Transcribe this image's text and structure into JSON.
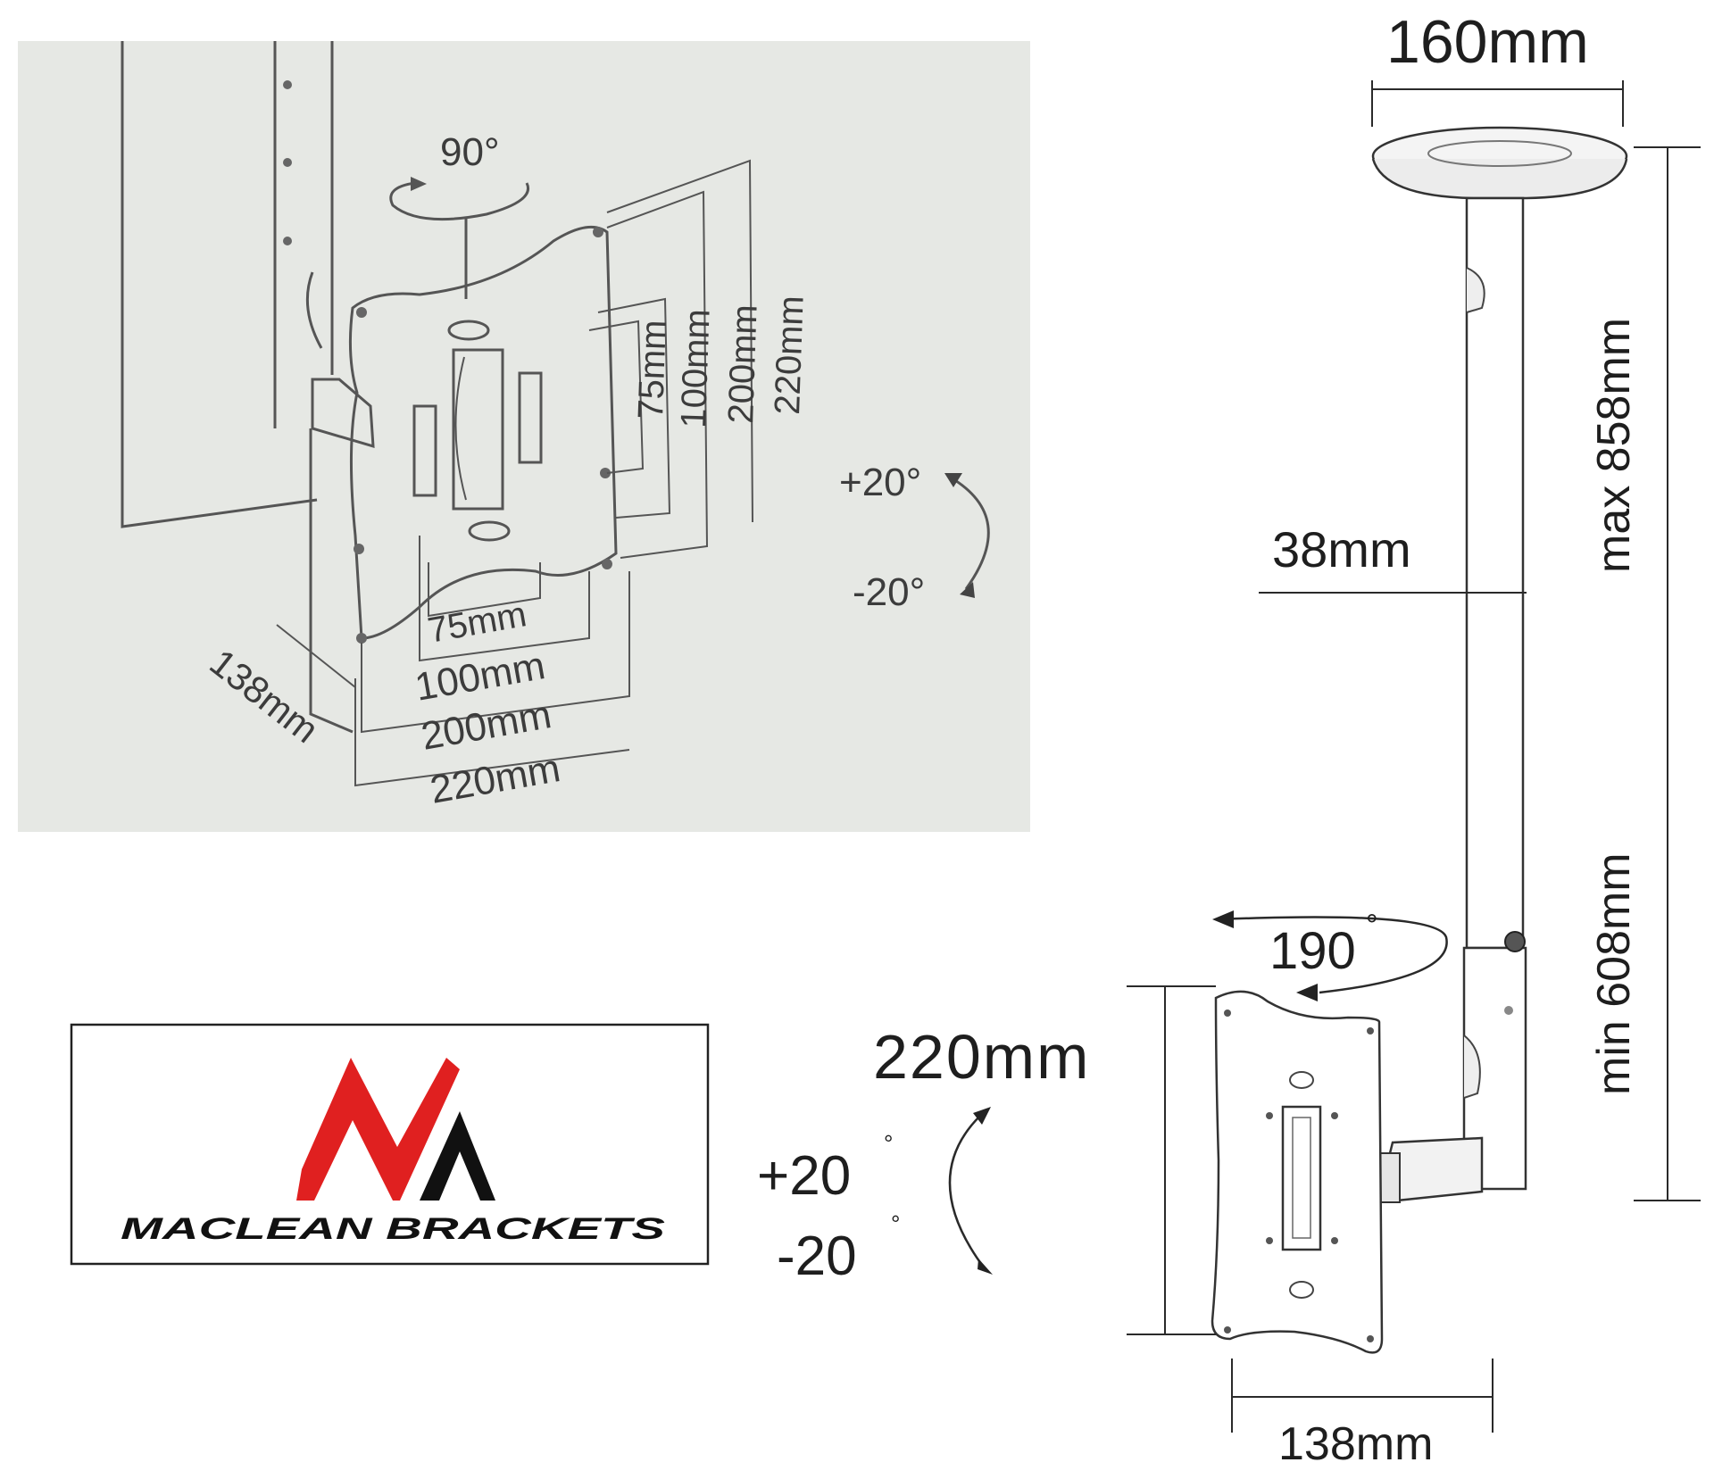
{
  "photo": {
    "rotation_label": "90°",
    "vertical_dims": [
      "75mm",
      "100mm",
      "200mm",
      "220mm"
    ],
    "horizontal_dims": [
      "75mm",
      "100mm",
      "200mm",
      "220mm"
    ],
    "depth_dim": "138mm",
    "tilt_up": "+20°",
    "tilt_down": "-20°"
  },
  "logo": {
    "brand_text": "MACLEAN BRACKETS",
    "red": "#e02020",
    "black": "#111111"
  },
  "drawing": {
    "plate_width": "160mm",
    "pole_diameter": "38mm",
    "max_height": "max 858mm",
    "min_height": "min 608mm",
    "swivel_value": "190",
    "swivel_unit": "°",
    "bracket_height": "220mm",
    "bracket_width": "138mm",
    "tilt_up": "+20",
    "tilt_down": "-20",
    "tilt_unit": "°"
  }
}
